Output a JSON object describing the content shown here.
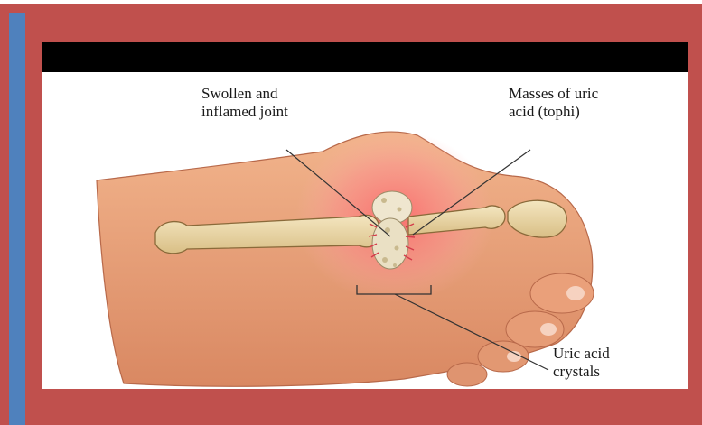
{
  "labels": {
    "swollen_joint": [
      "Swollen and",
      "inflamed joint"
    ],
    "tophi": [
      "Masses of uric",
      "acid (tophi)"
    ],
    "crystals": [
      "Uric acid",
      "crystals"
    ]
  },
  "colors": {
    "frame": "#c0504d",
    "accent": "#4f81bd",
    "header": "#000000",
    "skin": "#e9a27b",
    "bone": "#e9d6a6",
    "inflammation": "#f0606a"
  }
}
